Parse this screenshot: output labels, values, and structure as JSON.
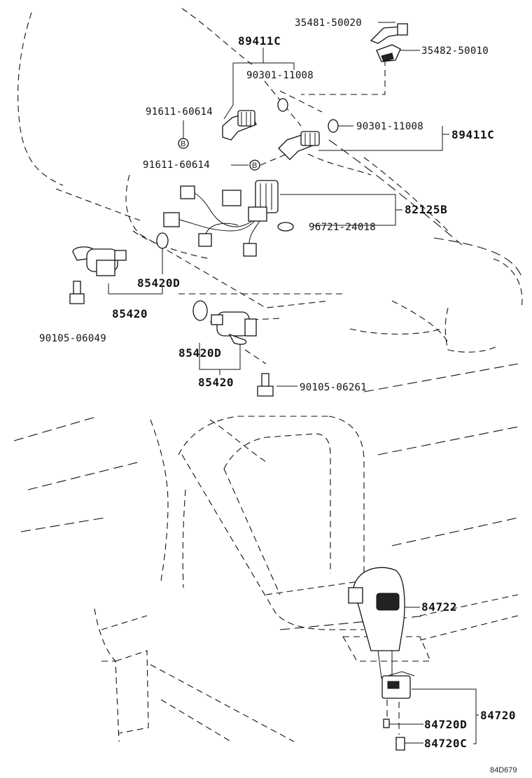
{
  "labels": {
    "p35481": "35481-50020",
    "p35482": "35482-50010",
    "p89411c_top": "89411C",
    "p90301_top": "90301-11008",
    "p91611_top": "91611-60614",
    "p90301_right": "90301-11008",
    "p89411c_right": "89411C",
    "p91611_mid": "91611-60614",
    "p82125b": "82125B",
    "p96721": "96721-24018",
    "p85420d_a": "85420D",
    "p85420_a": "85420",
    "p90105_06049": "90105-06049",
    "p85420d_b": "85420D",
    "p85420_b": "85420",
    "p90105_06261": "90105-06261",
    "p84722": "84722",
    "p84720": "84720",
    "p84720d": "84720D",
    "p84720c": "84720C",
    "figure_code": "84D679"
  }
}
